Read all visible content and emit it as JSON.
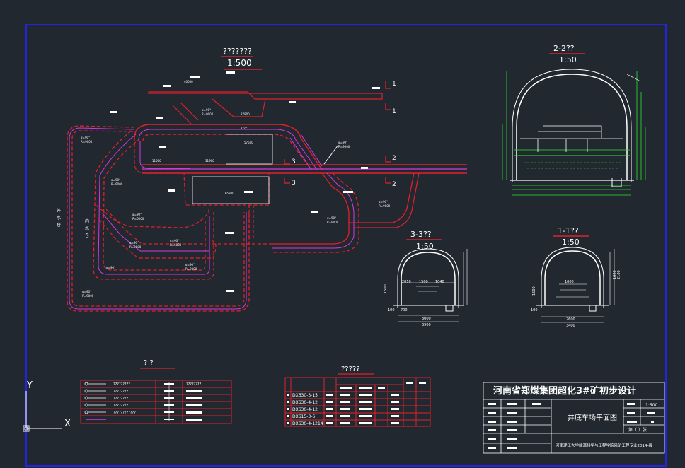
{
  "plan": {
    "title": "???????",
    "scale": "1:500",
    "labels": [
      "外",
      "水",
      "仓",
      "内",
      "水",
      "仓"
    ],
    "section_marks": [
      "1",
      "1",
      "2",
      "2",
      "3",
      "3"
    ]
  },
  "sections": {
    "s22": {
      "title": "2-2??",
      "scale": "1:50"
    },
    "s33": {
      "title": "3-3??",
      "scale": "1:50",
      "dims": [
        "3900",
        "3000",
        "1500",
        "2010",
        "100",
        "700",
        "1500",
        "1040"
      ]
    },
    "s11": {
      "title": "1-1??",
      "scale": "1:50",
      "dims": [
        "3400",
        "2600",
        "1500",
        "1800",
        "100",
        "2100",
        "1000"
      ]
    }
  },
  "legend": {
    "title": "?  ?",
    "rows": [
      "?????????",
      "????????",
      "????????",
      "????????",
      "????????????",
      "????????"
    ]
  },
  "equipment": {
    "title": "?????",
    "rows": [
      "DX630-3-15",
      "DX630-4-12",
      "DX630-4-12",
      "DX615-3-6",
      "DX630-4-1214"
    ]
  },
  "title_block": {
    "project": "河南省郑煤集团超化3#矿初步设计",
    "drawing_name": "井底车场平面图",
    "scale": "1:500",
    "sheet": "第（ ）张",
    "footer": "河南理工大学能源科学与工程学院采矿工程专业2014-级"
  },
  "ucs": {
    "y": "Y",
    "x": "X"
  },
  "colors": {
    "background": "#212830",
    "frame": "#1f1fd0",
    "red": "#e0202a",
    "magenta": "#d23ae0",
    "green": "#2fe02f",
    "white": "#ffffff"
  }
}
